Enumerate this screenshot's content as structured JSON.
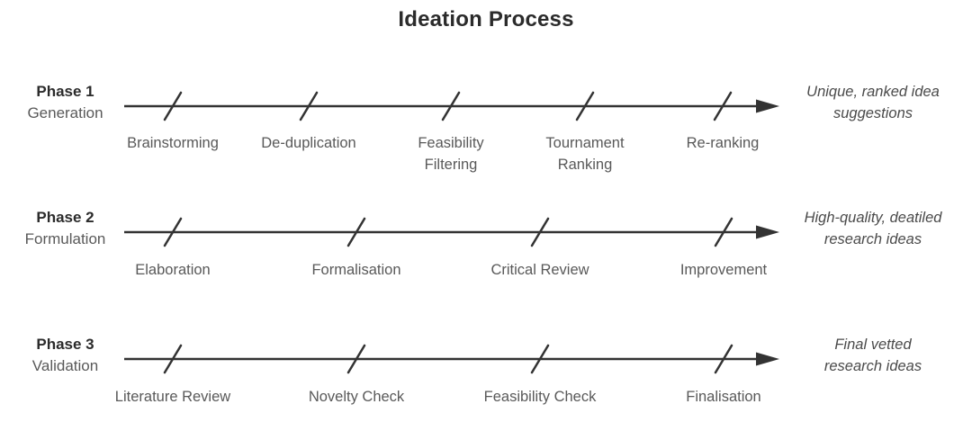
{
  "title": "Ideation Process",
  "colors": {
    "arrow": "#333333",
    "heading": "#2b2b2b",
    "muted_text": "#595959",
    "annotation_text": "#4a4a4a",
    "background": "#ffffff"
  },
  "phases": [
    {
      "name": "Phase 1",
      "subtitle": "Generation",
      "steps": [
        "Brainstorming",
        "De-duplication",
        "Feasibility\nFiltering",
        "Tournament\nRanking",
        "Re-ranking"
      ],
      "outcome": "Unique, ranked idea\nsuggestions"
    },
    {
      "name": "Phase 2",
      "subtitle": "Formulation",
      "steps": [
        "Elaboration",
        "Formalisation",
        "Critical Review",
        "Improvement"
      ],
      "outcome": "High-quality, deatiled\nresearch ideas"
    },
    {
      "name": "Phase 3",
      "subtitle": "Validation",
      "steps": [
        "Literature Review",
        "Novelty Check",
        "Feasibility Check",
        "Finalisation"
      ],
      "outcome": "Final vetted\nresearch ideas"
    }
  ]
}
